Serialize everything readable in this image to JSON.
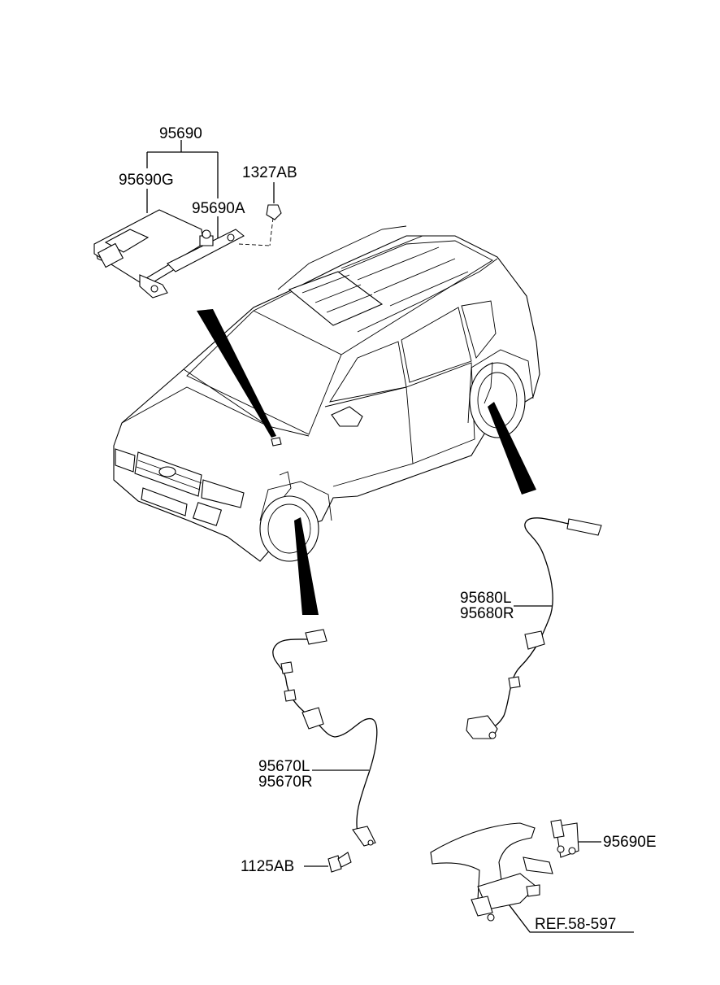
{
  "labels": {
    "yaw_rate_sensor_assy": "95690",
    "yaw_rate_sensor": "95690G",
    "sensor_bracket": "95690A",
    "nut": "1327AB",
    "rear_sensor": [
      "95680L",
      "95680R"
    ],
    "front_sensor": [
      "95670L",
      "95670R"
    ],
    "bolt": "1125AB",
    "parking_switch": "95690E",
    "reference": "REF.58-597"
  }
}
